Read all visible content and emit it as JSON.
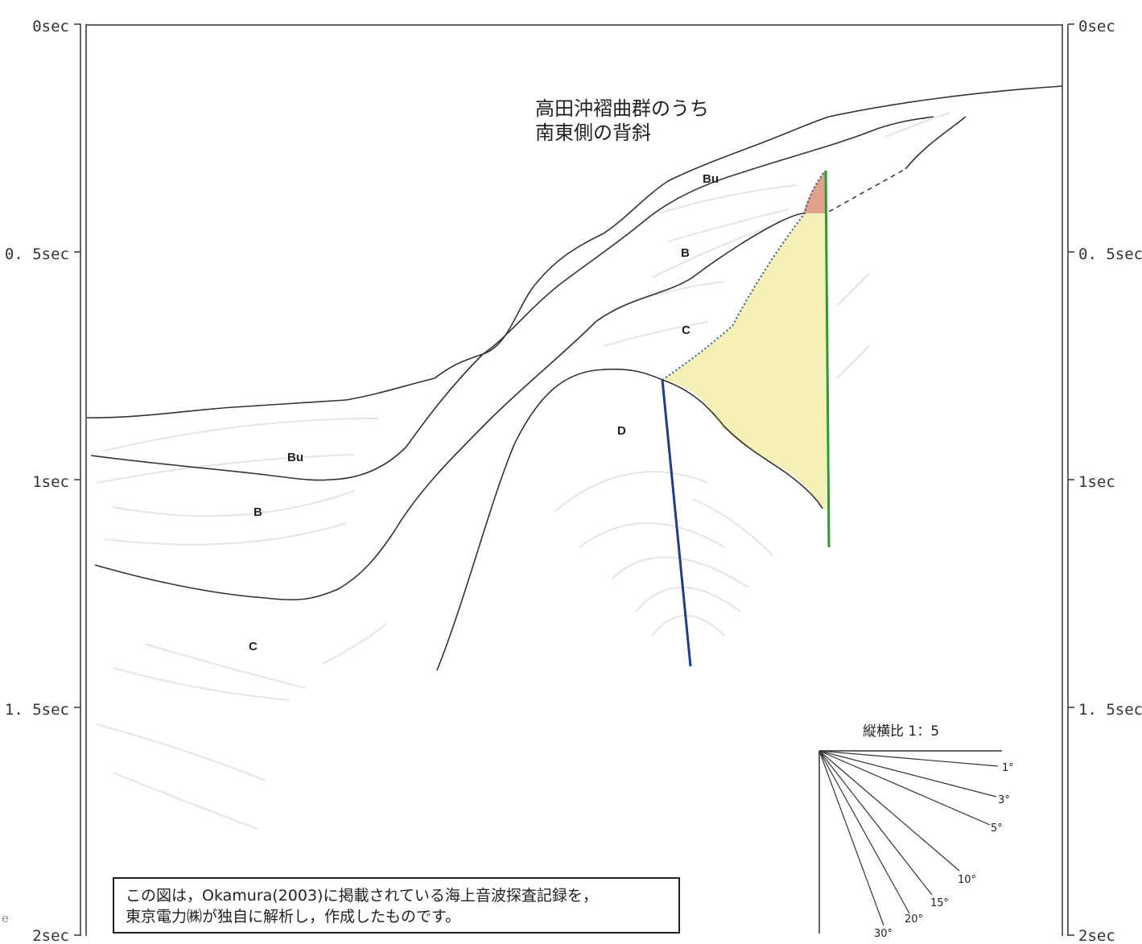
{
  "figure": {
    "title_lines": [
      "高田沖褶曲群のうち",
      "南東側の背斜"
    ],
    "axis_left": {
      "ticks": [
        {
          "label": "0sec",
          "value": 0
        },
        {
          "label": "0. 5sec",
          "value": 0.5
        },
        {
          "label": "1sec",
          "value": 1.0
        },
        {
          "label": "1. 5sec",
          "value": 1.5
        },
        {
          "label": "2sec",
          "value": 2.0
        }
      ]
    },
    "axis_right": {
      "ticks": [
        {
          "label": "0sec",
          "value": 0
        },
        {
          "label": "0. 5sec",
          "value": 0.5
        },
        {
          "label": "1sec",
          "value": 1.0
        },
        {
          "label": "1. 5sec",
          "value": 1.5
        },
        {
          "label": "2sec",
          "value": 2.0
        }
      ]
    },
    "unit_labels": {
      "bu_upper": "Bu",
      "b_upper": "B",
      "c_upper": "C",
      "d_core": "D",
      "bu_left": "Bu",
      "b_left": "B",
      "c_left": "C"
    },
    "scale_indicator": {
      "label": "縦横比 1：5",
      "angles": [
        "1°",
        "3°",
        "5°",
        "10°",
        "15°",
        "20°",
        "30°"
      ]
    },
    "note_lines": [
      "この図は，Okamura(2003)に掲載されている海上音波探査記録を，",
      "東京電力㈱が独自に解析し，作成したものです。"
    ],
    "page_marker": "e",
    "colors": {
      "fault_blue": "#1f3c88",
      "fault_green": "#2e9a2e",
      "fill_yellow": "#f4f0b8",
      "fill_pink": "#e0a08a",
      "dotted_blue": "#2a5aa0"
    }
  }
}
